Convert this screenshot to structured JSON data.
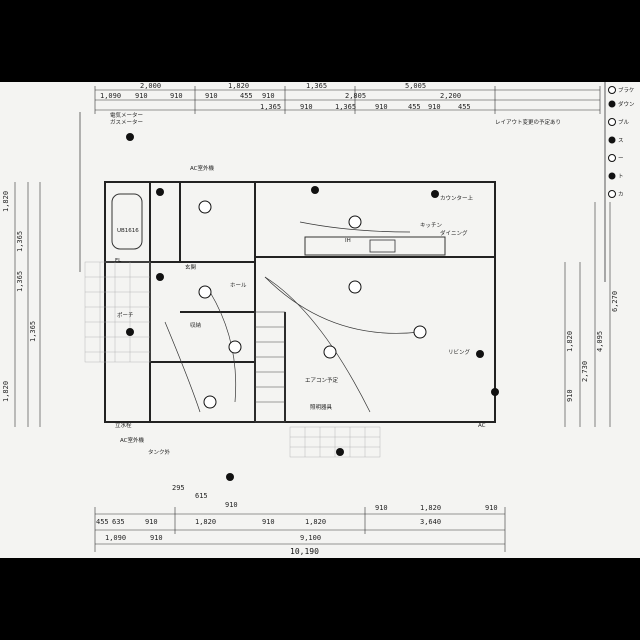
{
  "dimensions": {
    "top_row1": [
      "2,000",
      "1,820",
      "1,365",
      "5,005"
    ],
    "top_row2": [
      "1,090",
      "910",
      "910",
      "910",
      "455",
      "910",
      "2,805",
      "2,200"
    ],
    "top_row3": [
      "1,365",
      "910",
      "1,365",
      "910",
      "455",
      "910",
      "455"
    ],
    "bottom_row1": [
      "455",
      "635",
      "910",
      "1,820",
      "910",
      "1,820",
      "910",
      "1,820",
      "910"
    ],
    "bottom_row2": [
      "1,090",
      "910",
      "9,100",
      "3,640"
    ],
    "bottom_total": "10,190",
    "left_small": [
      "295",
      "615",
      "910"
    ],
    "left_side": [
      "1,820",
      "1,365",
      "1,365",
      "1,365",
      "1,820"
    ],
    "right_side": [
      "910",
      "1,820",
      "2,730",
      "4,095",
      "6,270"
    ]
  },
  "rooms": {
    "bath": "UB1616",
    "hall": "ホール",
    "entrance": "玄関",
    "living": "リビング",
    "dining": "ダイニング",
    "kitchen": "キッチン",
    "countertop": "カウンター上",
    "porch": "ポーチ",
    "storage": "収納"
  },
  "notes": {
    "electric_meter": "電気メーター",
    "gas_meter": "ガスメーター",
    "ac_outlet_1": "AC室外機",
    "ac_outlet_2": "AC室外機",
    "tank": "タンク外",
    "drain": "立水栓",
    "ac_center": "AC",
    "fl": "FL",
    "center_label": "エアコン予定",
    "fixture": "照明器具",
    "ih": "IH",
    "note_right": "レイアウト変更の予定あり"
  },
  "legend": {
    "items": [
      "ブラケ",
      "ダウン",
      "ブル",
      "ス",
      "ー",
      "ト",
      "カ"
    ]
  }
}
